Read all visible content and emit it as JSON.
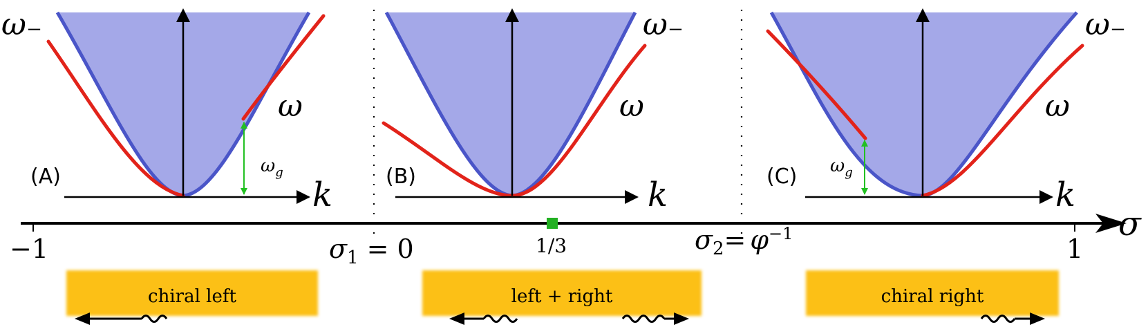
{
  "colors": {
    "cone_fill": "#a4a8e8",
    "cone_edge": "#4a55c8",
    "dispersion": "#e2231a",
    "gap_arrow": "#22c022",
    "marker": "#22b022",
    "box": "#fcc014",
    "axis": "#000000"
  },
  "panels": [
    {
      "id": "A",
      "label": "(A)",
      "k_label": "k",
      "omega_minus_label": "ω₋",
      "omega_label": "ω",
      "gap_label": "ω",
      "gap_sub": "g"
    },
    {
      "id": "B",
      "label": "(B)",
      "k_label": "k",
      "omega_minus_label": "ω₋",
      "omega_label": "ω"
    },
    {
      "id": "C",
      "label": "(C)",
      "k_label": "k",
      "omega_minus_label": "ω₋",
      "omega_label": "ω",
      "gap_label": "ω",
      "gap_sub": "g"
    }
  ],
  "sigma_axis": {
    "symbol": "σ",
    "ticks": {
      "minus_one": "−1",
      "sigma1_sym": "σ",
      "sigma1_sub": "1",
      "sigma1_rest": " = 0",
      "third": "1/3",
      "sigma2_sym": "σ",
      "sigma2_sub": "2",
      "sigma2_eq": "=",
      "sigma2_phi": "φ",
      "sigma2_exp": "−1",
      "one": "1"
    }
  },
  "regimes": [
    {
      "label": "chiral left",
      "arrows": [
        "left"
      ]
    },
    {
      "label": "left + right",
      "arrows": [
        "left",
        "right"
      ]
    },
    {
      "label": "chiral right",
      "arrows": [
        "right"
      ]
    }
  ]
}
